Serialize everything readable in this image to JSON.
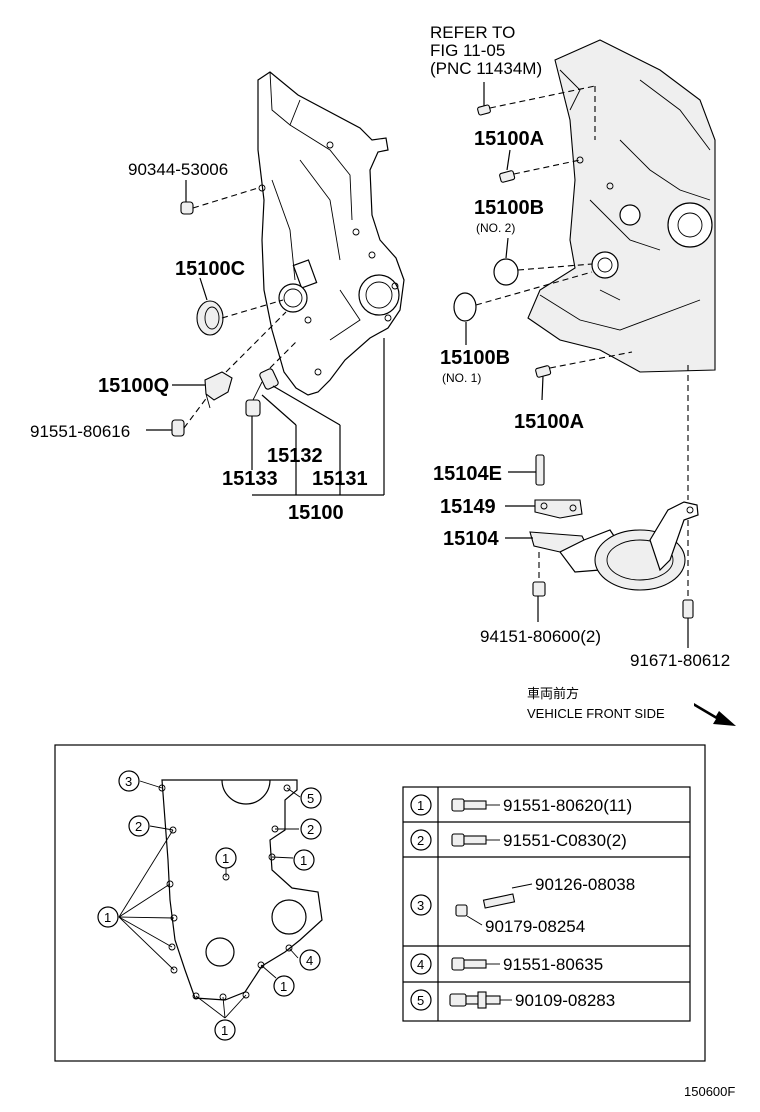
{
  "refer": {
    "line1": "REFER TO",
    "line2": "FIG 11-05",
    "line3": "(PNC 11434M)"
  },
  "labels": {
    "p90344": "90344-53006",
    "p15100C": "15100C",
    "p15100Q": "15100Q",
    "p91551_616": "91551-80616",
    "p15132": "15132",
    "p15133": "15133",
    "p15131": "15131",
    "p15100": "15100",
    "p15100A_top": "15100A",
    "p15100B_no2": "15100B",
    "p15100B_no2_note": "(NO. 2)",
    "p15100B_no1": "15100B",
    "p15100B_no1_note": "(NO. 1)",
    "p15100A_bottom": "15100A",
    "p15104E": "15104E",
    "p15149": "15149",
    "p15104": "15104",
    "p94151": "94151-80600(2)",
    "p91671": "91671-80612"
  },
  "direction": {
    "japanese": "車両前方",
    "english": "VEHICLE FRONT SIDE"
  },
  "legend": [
    {
      "num": "1",
      "parts": [
        "91551-80620(11)"
      ]
    },
    {
      "num": "2",
      "parts": [
        "91551-C0830(2)"
      ]
    },
    {
      "num": "3",
      "parts": [
        "90126-08038",
        "90179-08254"
      ]
    },
    {
      "num": "4",
      "parts": [
        "91551-80635"
      ]
    },
    {
      "num": "5",
      "parts": [
        "90109-08283"
      ]
    }
  ],
  "callouts": {
    "c3": "3",
    "c5": "5",
    "c2a": "2",
    "c2b": "2",
    "c1a": "1",
    "c1b": "1",
    "c1c": "1",
    "c1d": "1",
    "c1e": "1",
    "c4": "4"
  },
  "figure_id": "150600F"
}
